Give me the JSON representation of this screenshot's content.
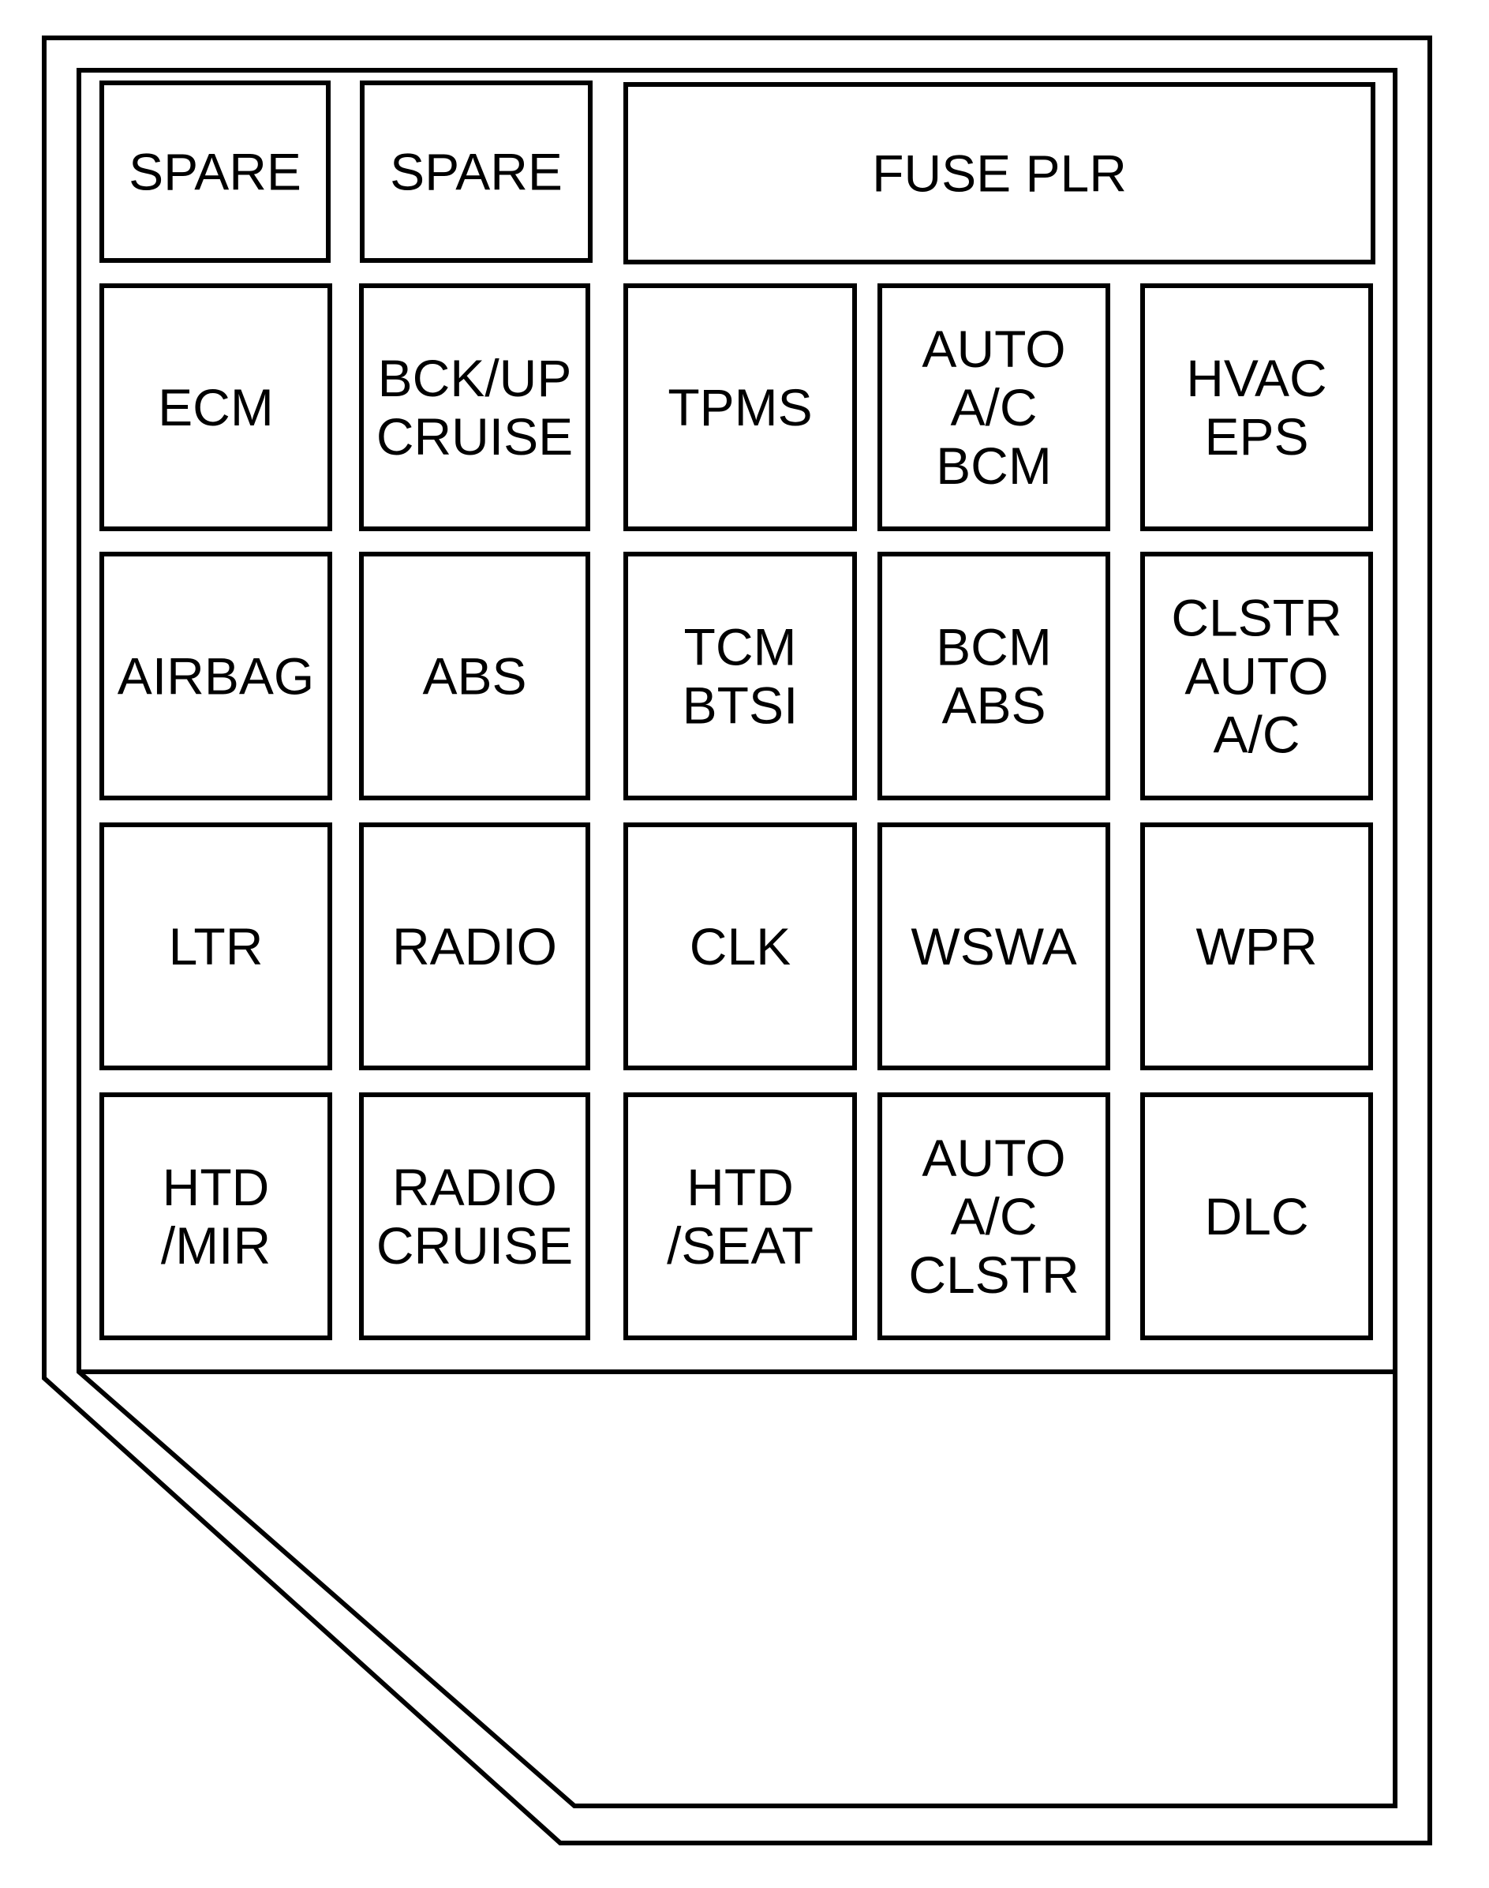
{
  "fuses": [
    {
      "id": "r1c1",
      "lines": [
        "SPARE"
      ]
    },
    {
      "id": "r1c2",
      "lines": [
        "SPARE"
      ]
    },
    {
      "id": "r1c3",
      "lines": [
        "FUSE PLR"
      ]
    },
    {
      "id": "r2c1",
      "lines": [
        "ECM"
      ]
    },
    {
      "id": "r2c2",
      "lines": [
        "BCK/UP",
        "CRUISE"
      ]
    },
    {
      "id": "r2c3",
      "lines": [
        "TPMS"
      ]
    },
    {
      "id": "r2c4",
      "lines": [
        "AUTO",
        "A/C",
        "BCM"
      ]
    },
    {
      "id": "r2c5",
      "lines": [
        "HVAC",
        "EPS"
      ]
    },
    {
      "id": "r3c1",
      "lines": [
        "AIRBAG"
      ]
    },
    {
      "id": "r3c2",
      "lines": [
        "ABS"
      ]
    },
    {
      "id": "r3c3",
      "lines": [
        "TCM",
        "BTSI"
      ]
    },
    {
      "id": "r3c4",
      "lines": [
        "BCM",
        "ABS"
      ]
    },
    {
      "id": "r3c5",
      "lines": [
        "CLSTR",
        "AUTO",
        "A/C"
      ]
    },
    {
      "id": "r4c1",
      "lines": [
        "LTR"
      ]
    },
    {
      "id": "r4c2",
      "lines": [
        "RADIO"
      ]
    },
    {
      "id": "r4c3",
      "lines": [
        "CLK"
      ]
    },
    {
      "id": "r4c4",
      "lines": [
        "WSWA"
      ]
    },
    {
      "id": "r4c5",
      "lines": [
        "WPR"
      ]
    },
    {
      "id": "r5c1",
      "lines": [
        "HTD",
        "/MIR"
      ]
    },
    {
      "id": "r5c2",
      "lines": [
        "RADIO",
        "CRUISE"
      ]
    },
    {
      "id": "r5c3",
      "lines": [
        "HTD",
        "/SEAT"
      ]
    },
    {
      "id": "r5c4",
      "lines": [
        "AUTO",
        "A/C",
        "CLSTR"
      ]
    },
    {
      "id": "r5c5",
      "lines": [
        "DLC"
      ]
    }
  ]
}
